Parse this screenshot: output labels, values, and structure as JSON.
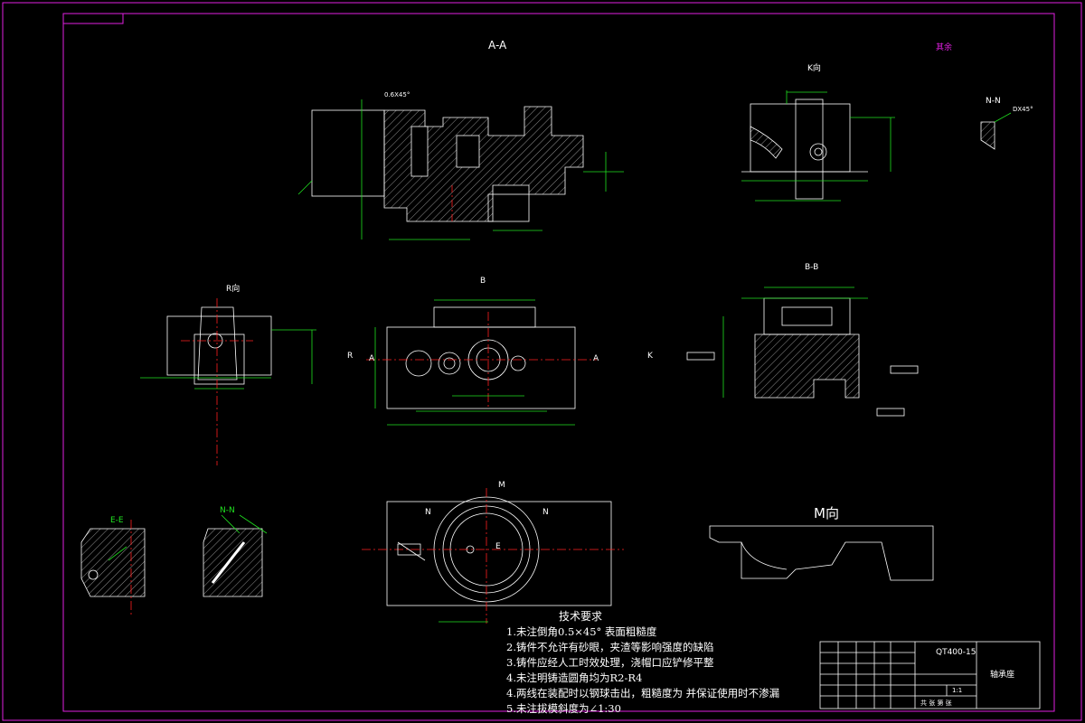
{
  "views": {
    "aa": "A-A",
    "k": "K向",
    "nn": "N-N",
    "r": "R向",
    "b": "B",
    "bb": "B-B",
    "ee": "E-E",
    "nn2": "N-N",
    "m": "M向"
  },
  "corner_text": "其余",
  "chamfer_note": "0.6X45°",
  "nn_chamfer": "DX45°",
  "section_marks": {
    "r_left": "R",
    "a_left": "A",
    "a_right": "A",
    "k_right": "K",
    "m_top": "M",
    "n_left": "N",
    "n_right": "N",
    "e": "E"
  },
  "notes": {
    "heading": "技术要求",
    "items": [
      "1.未注倒角0.5×45° 表面粗糙度",
      "2.铸件不允许有砂眼，夹渣等影响强度的缺陷",
      "3.铸件应经人工时效处理，浇帽口应铲修平整",
      "4.未注明铸造圆角均为R2-R4",
      "4.两线在装配时以钢球击出，粗糙度为   并保证使用时不渗漏",
      "5.未注拔模斜度为∠1:30"
    ]
  },
  "title_block": {
    "material": "QT400-15",
    "part_name": "轴承座",
    "scale": "1:1",
    "sheet": "共  张  第  张"
  },
  "colors": {
    "line": "#ffffff",
    "dim": "#20e020",
    "center": "#ff2020",
    "border": "#e020e0",
    "hatch": "#c8c8c8"
  }
}
